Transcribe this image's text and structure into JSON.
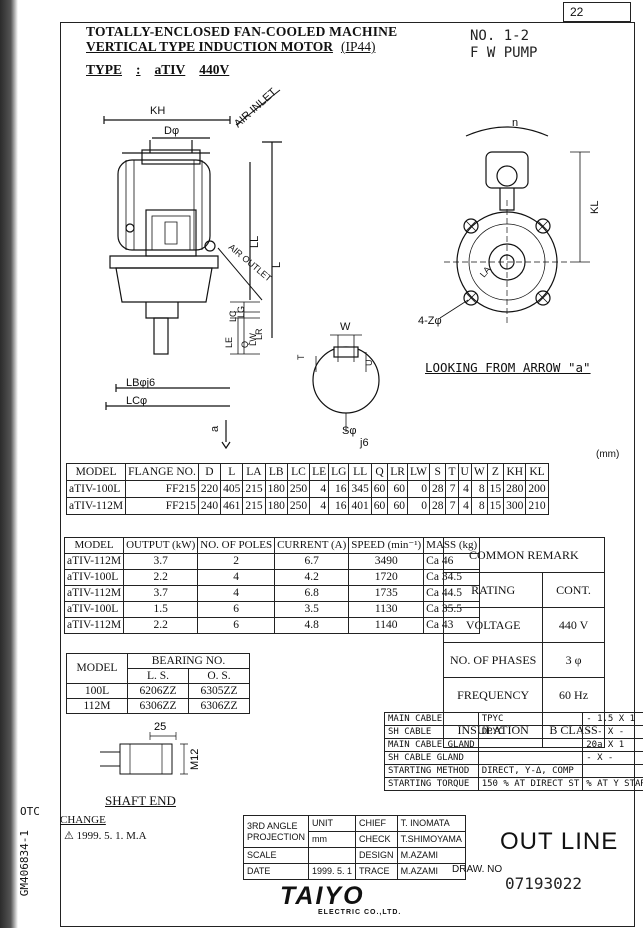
{
  "page_number": "22",
  "header": {
    "line1": "TOTALLY-ENCLOSED FAN-COOLED MACHINE",
    "line2": "VERTICAL TYPE INDUCTION MOTOR",
    "protection": "(IP44)",
    "type_label": "TYPE",
    "type_sep": ":",
    "type_model": "aTIV",
    "type_voltage": "440V",
    "doc_no": "NO. 1-2",
    "application": "F W PUMP"
  },
  "drawing_labels": {
    "kh": "KH",
    "dphi": "Dφ",
    "air_inlet": "AIR INLET",
    "air_outlet": "AIR OUTLET",
    "ll": "LL",
    "l": "L",
    "lg": "LG",
    "lc_small": "LC",
    "q": "Q",
    "lw": "LW",
    "le": "LE",
    "lr": "LR",
    "lb": "LBφj6",
    "lc": "LCφ",
    "a": "a",
    "w": "W",
    "t": "T",
    "u": "U",
    "s": "Sφ",
    "j6": "j6",
    "n": "n",
    "kl": "KL",
    "la": "LA",
    "z": "4-Zφ",
    "looking": "LOOKING FROM ARROW \"a\"",
    "dim25": "25",
    "m12": "M12",
    "shaft_end": "SHAFT END"
  },
  "units": "(mm)",
  "dimension_table": {
    "headers": [
      "MODEL",
      "FLANGE NO.",
      "D",
      "L",
      "LA",
      "LB",
      "LC",
      "LE",
      "LG",
      "LL",
      "Q",
      "LR",
      "LW",
      "S",
      "T",
      "U",
      "W",
      "Z",
      "KH",
      "KL"
    ],
    "rows": [
      [
        "aTIV-100L",
        "FF215",
        "220",
        "405",
        "215",
        "180",
        "250",
        "4",
        "16",
        "345",
        "60",
        "60",
        "0",
        "28",
        "7",
        "4",
        "8",
        "15",
        "280",
        "200"
      ],
      [
        "aTIV-112M",
        "FF215",
        "240",
        "461",
        "215",
        "180",
        "250",
        "4",
        "16",
        "401",
        "60",
        "60",
        "0",
        "28",
        "7",
        "4",
        "8",
        "15",
        "300",
        "210"
      ]
    ]
  },
  "rating_table": {
    "headers": [
      "MODEL",
      "OUTPUT (kW)",
      "NO. OF POLES",
      "CURRENT (A)",
      "SPEED (min⁻¹)",
      "MASS (kg)"
    ],
    "rows": [
      [
        "aTIV-112M",
        "3.7",
        "2",
        "6.7",
        "3490",
        "Ca 46"
      ],
      [
        "aTIV-100L",
        "2.2",
        "4",
        "4.2",
        "1720",
        "Ca 34.5"
      ],
      [
        "aTIV-112M",
        "3.7",
        "4",
        "6.8",
        "1735",
        "Ca 44.5"
      ],
      [
        "aTIV-100L",
        "1.5",
        "6",
        "3.5",
        "1130",
        "Ca 35.5"
      ],
      [
        "aTIV-112M",
        "2.2",
        "6",
        "4.8",
        "1140",
        "Ca 43"
      ]
    ]
  },
  "common_remark": {
    "title": "COMMON REMARK",
    "rows": [
      [
        "RATING",
        "CONT."
      ],
      [
        "VOLTAGE",
        "440 V"
      ],
      [
        "NO. OF PHASES",
        "3 φ"
      ],
      [
        "FREQUENCY",
        "60 Hz"
      ],
      [
        "INSULATION",
        "B CLASS"
      ]
    ]
  },
  "bearing_table": {
    "model_header": "MODEL",
    "group_header": "BEARING NO.",
    "sub_headers": [
      "L. S.",
      "O. S."
    ],
    "rows": [
      [
        "100L",
        "6206ZZ",
        "6305ZZ"
      ],
      [
        "112M",
        "6306ZZ",
        "6306ZZ"
      ]
    ]
  },
  "cable_table": {
    "rows": [
      [
        "MAIN CABLE",
        "TPYC",
        "- 1.5 X 1"
      ],
      [
        "SH CABLE",
        "DPYC",
        "- - X -"
      ],
      [
        "MAIN CABLE GLAND",
        "",
        "20a X 1"
      ],
      [
        "SH CABLE GLAND",
        "",
        "- X -"
      ],
      [
        "STARTING METHOD",
        "DIRECT, Y-Δ, COMP",
        ""
      ],
      [
        "STARTING TORQUE",
        "150 % AT DIRECT ST",
        "% AT Y START"
      ]
    ]
  },
  "title_block": {
    "change_label": "CHANGE",
    "change_entry": "⚠ 1999. 5. 1. M.A",
    "projection": "3RD ANGLE PROJECTION",
    "unit_label": "UNIT",
    "unit_value": "mm",
    "chief_label": "CHIEF",
    "chief_name": "T. INOMATA",
    "check_label": "CHECK",
    "check_name": "T.SHIMOYAMA",
    "scale_label": "SCALE",
    "design_label": "DESIGN",
    "design_name": "M.AZAMI",
    "date_label": "DATE",
    "date_value": "1999. 5. 1",
    "trace_label": "TRACE",
    "trace_name": "M.AZAMI",
    "title": "OUT LINE",
    "draw_no_label": "DRAW. NO",
    "draw_no": "07193022",
    "company": "TAIYO",
    "company_sub": "ELECTRIC CO.,LTD."
  },
  "margin": {
    "otc": "OTC",
    "ref": "GM406834-1"
  }
}
